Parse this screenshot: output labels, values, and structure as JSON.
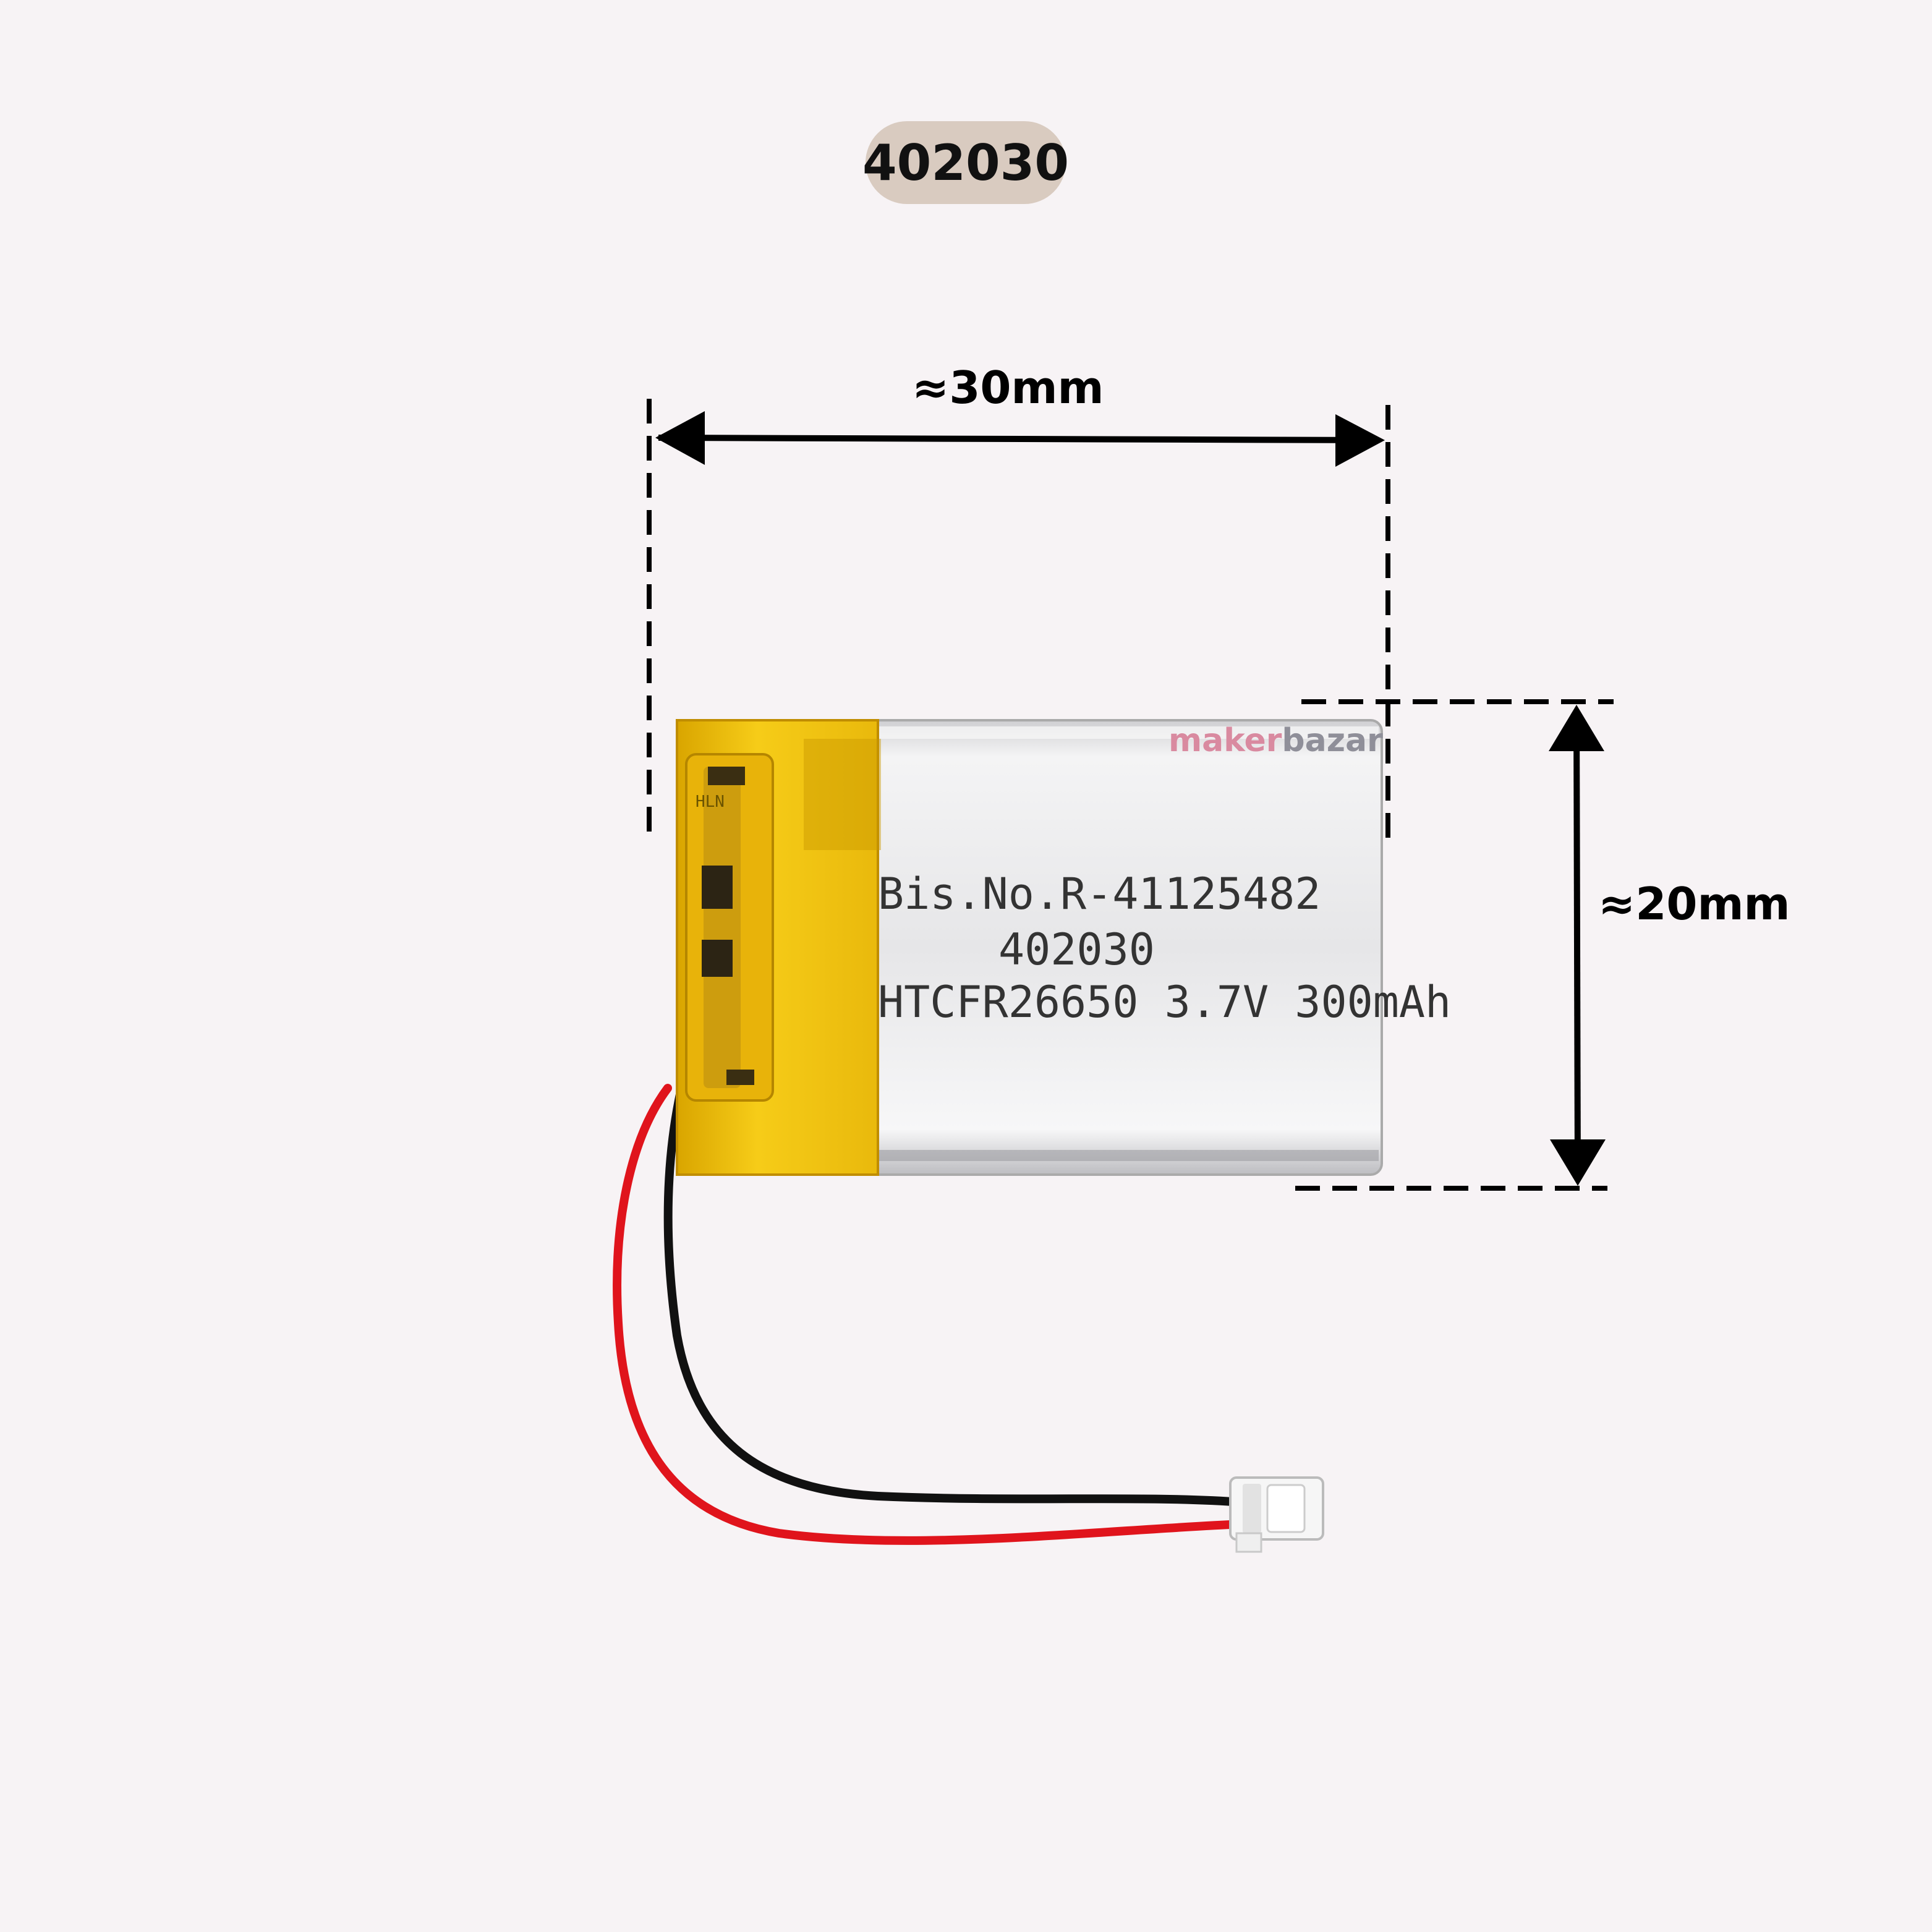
{
  "badge": {
    "text": "402030",
    "color": "#d9cbc0"
  },
  "dimensions": {
    "width_label": "≈30mm",
    "height_label": "≈20mm"
  },
  "battery": {
    "label_line1": "Bis.No.R-41125482",
    "label_line2": "402030",
    "label_line3": "HTCFR26650 3.7V 300mAh",
    "pcb_marking": "HLN",
    "colors": {
      "tape": "#f2c410",
      "body": "#e4e4e6",
      "wire_red": "#e0141c",
      "wire_black": "#111111",
      "connector": "#f6f6f6"
    }
  },
  "watermark": {
    "part1": "maker",
    "part2": "bazar"
  }
}
